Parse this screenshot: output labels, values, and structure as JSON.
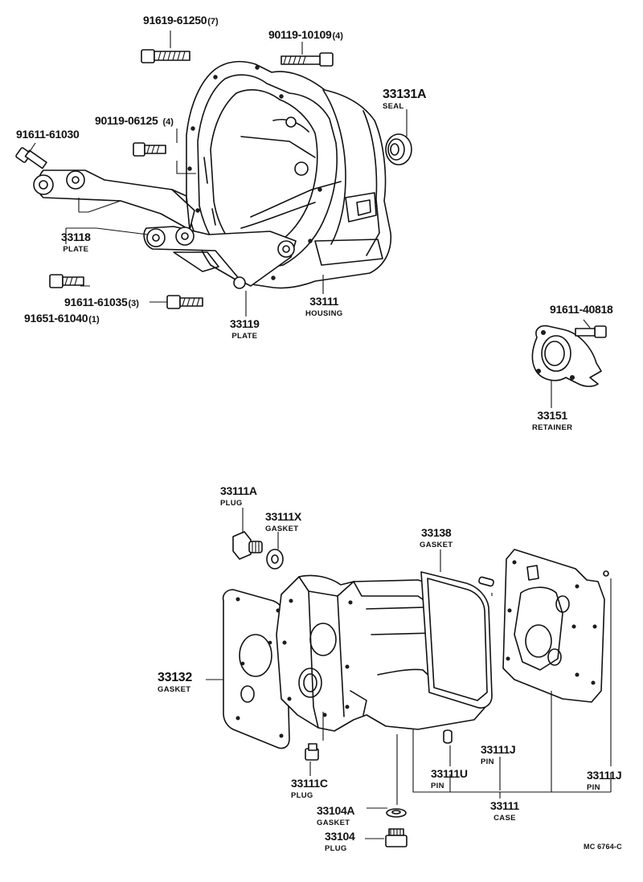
{
  "callouts": {
    "p91619_61250": {
      "number": "91619-61250",
      "qty": "(7)"
    },
    "p90119_10109": {
      "number": "90119-10109",
      "qty": "(4)"
    },
    "p33131A": {
      "number": "33131A",
      "name": "SEAL"
    },
    "p90119_06125": {
      "number": "90119-06125",
      "qty": "(4)"
    },
    "p91611_61030": {
      "number": "91611-61030"
    },
    "p33118": {
      "number": "33118",
      "name": "PLATE"
    },
    "p91611_61035": {
      "number": "91611-61035",
      "qty": "(3)"
    },
    "p91651_61040": {
      "number": "91651-61040",
      "qty": "(1)"
    },
    "p33111_housing": {
      "number": "33111",
      "name": "HOUSING"
    },
    "p33119": {
      "number": "33119",
      "name": "PLATE"
    },
    "p91611_40818": {
      "number": "91611-40818"
    },
    "p33151": {
      "number": "33151",
      "name": "RETAINER"
    },
    "p33111A": {
      "number": "33111A",
      "name": "PLUG"
    },
    "p33111X": {
      "number": "33111X",
      "name": "GASKET"
    },
    "p33138": {
      "number": "33138",
      "name": "GASKET"
    },
    "p33132": {
      "number": "33132",
      "name": "GASKET"
    },
    "p33111J_a": {
      "number": "33111J",
      "name": "PIN"
    },
    "p33111J_b": {
      "number": "33111J",
      "name": "PIN"
    },
    "p33111U": {
      "number": "33111U",
      "name": "PIN"
    },
    "p33111C": {
      "number": "33111C",
      "name": "PLUG"
    },
    "p33111_case": {
      "number": "33111",
      "name": "CASE"
    },
    "p33104A": {
      "number": "33104A",
      "name": "GASKET"
    },
    "p33104": {
      "number": "33104",
      "name": "PLUG"
    }
  },
  "diagram_code": "MC 6764-C"
}
